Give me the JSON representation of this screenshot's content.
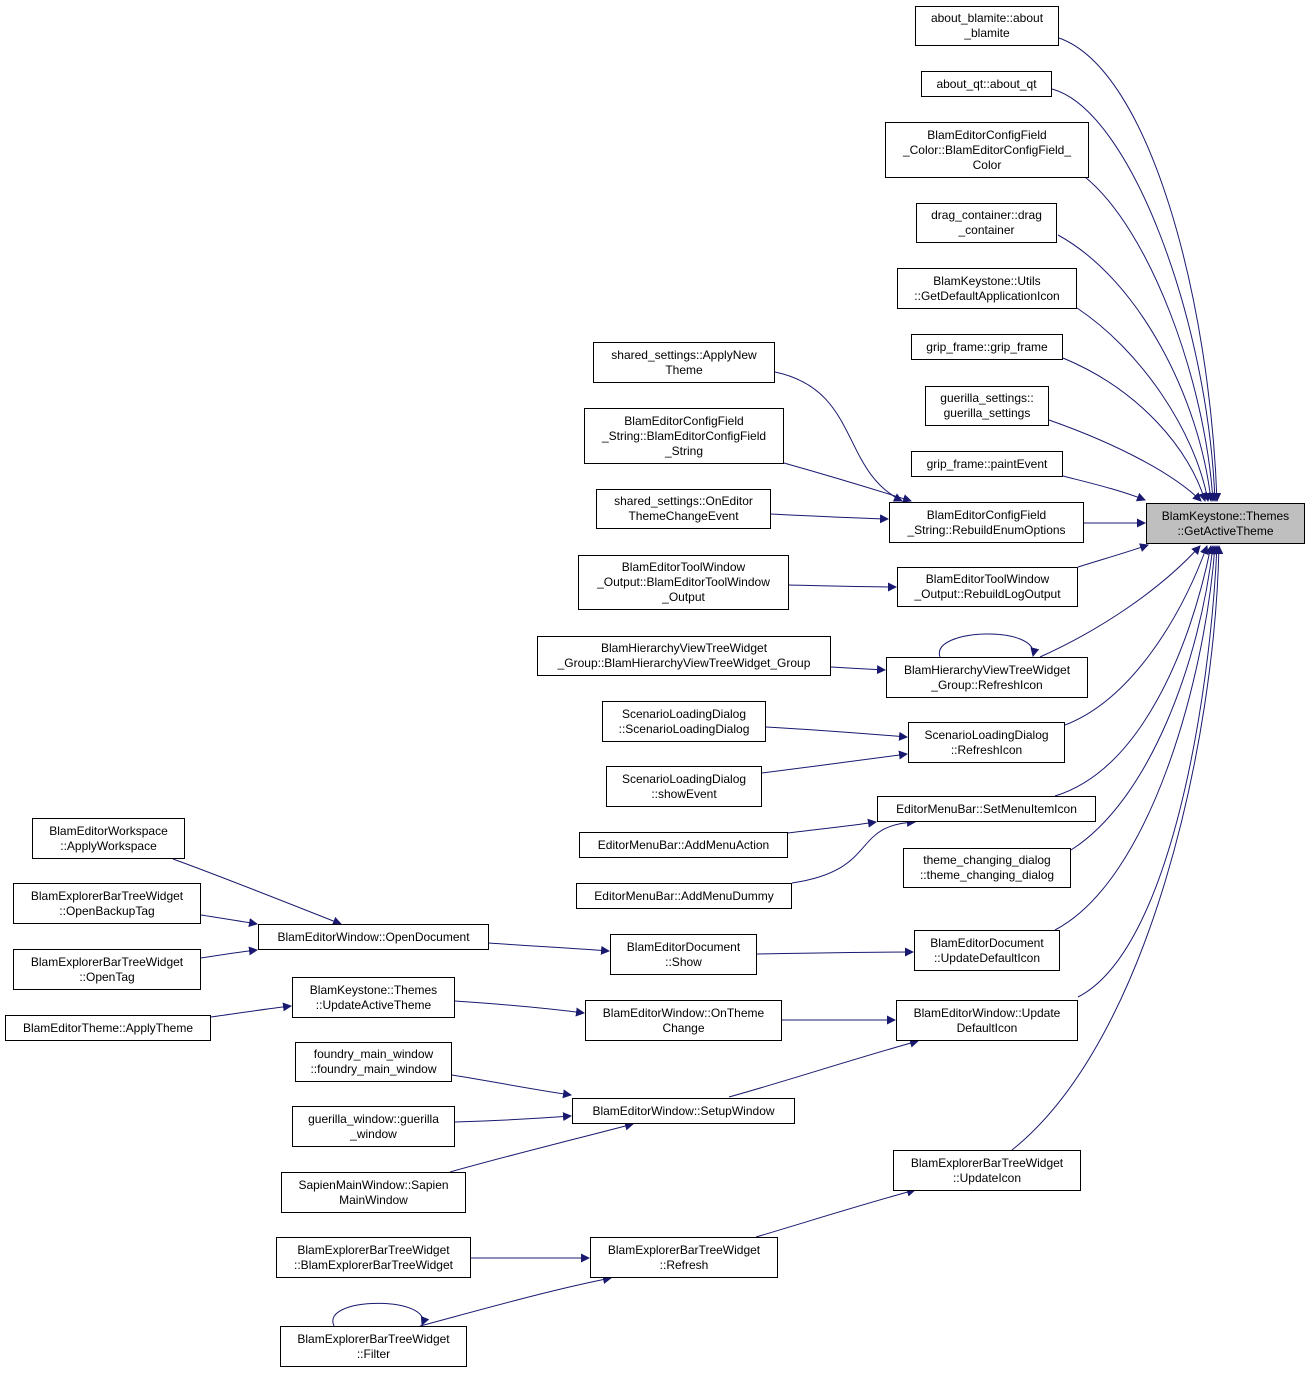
{
  "colors": {
    "edge": "#191970",
    "border": "#000000",
    "root_fill": "#bfbfbf",
    "node_fill": "#ffffff"
  },
  "root": "BlamKeystone::Themes\n::GetActiveTheme",
  "nodes": {
    "about_blamite": "about_blamite::about\n_blamite",
    "about_qt": "about_qt::about_qt",
    "config_color": "BlamEditorConfigField\n_Color::BlamEditorConfigField_\nColor",
    "drag_container": "drag_container::drag\n_container",
    "utils_icon": "BlamKeystone::Utils\n::GetDefaultApplicationIcon",
    "grip_frame_ctor": "grip_frame::grip_frame",
    "guerilla_settings": "guerilla_settings::\nguerilla_settings",
    "grip_frame_paint": "grip_frame::paintEvent",
    "rebuild_enum": "BlamEditorConfigField\n_String::RebuildEnumOptions",
    "apply_new_theme": "shared_settings::ApplyNew\nTheme",
    "config_string": "BlamEditorConfigField\n_String::BlamEditorConfigField\n_String",
    "on_editor_theme": "shared_settings::OnEditor\nThemeChangeEvent",
    "rebuild_log": "BlamEditorToolWindow\n_Output::RebuildLogOutput",
    "tool_window_output": "BlamEditorToolWindow\n_Output::BlamEditorToolWindow\n_Output",
    "hierarchy_refresh": "BlamHierarchyViewTreeWidget\n_Group::RefreshIcon",
    "hierarchy_group": "BlamHierarchyViewTreeWidget\n_Group::BlamHierarchyViewTreeWidget_Group",
    "scenario_refresh": "ScenarioLoadingDialog\n::RefreshIcon",
    "scenario_ctor": "ScenarioLoadingDialog\n::ScenarioLoadingDialog",
    "scenario_show": "ScenarioLoadingDialog\n::showEvent",
    "set_menu_icon": "EditorMenuBar::SetMenuItemIcon",
    "add_menu_action": "EditorMenuBar::AddMenuAction",
    "add_menu_dummy": "EditorMenuBar::AddMenuDummy",
    "theme_dialog": "theme_changing_dialog\n::theme_changing_dialog",
    "doc_update_icon": "BlamEditorDocument\n::UpdateDefaultIcon",
    "doc_show": "BlamEditorDocument\n::Show",
    "open_document": "BlamEditorWindow::OpenDocument",
    "apply_workspace": "BlamEditorWorkspace\n::ApplyWorkspace",
    "open_backup": "BlamExplorerBarTreeWidget\n::OpenBackupTag",
    "open_tag": "BlamExplorerBarTreeWidget\n::OpenTag",
    "win_update_icon": "BlamEditorWindow::Update\nDefaultIcon",
    "on_theme_change": "BlamEditorWindow::OnTheme\nChange",
    "update_active_theme": "BlamKeystone::Themes\n::UpdateActiveTheme",
    "apply_theme": "BlamEditorTheme::ApplyTheme",
    "setup_window": "BlamEditorWindow::SetupWindow",
    "foundry": "foundry_main_window\n::foundry_main_window",
    "guerilla_window": "guerilla_window::guerilla\n_window",
    "sapien": "SapienMainWindow::Sapien\nMainWindow",
    "explorer_update_icon": "BlamExplorerBarTreeWidget\n::UpdateIcon",
    "explorer_refresh": "BlamExplorerBarTreeWidget\n::Refresh",
    "explorer_ctor": "BlamExplorerBarTreeWidget\n::BlamExplorerBarTreeWidget",
    "explorer_filter": "BlamExplorerBarTreeWidget\n::Filter"
  }
}
